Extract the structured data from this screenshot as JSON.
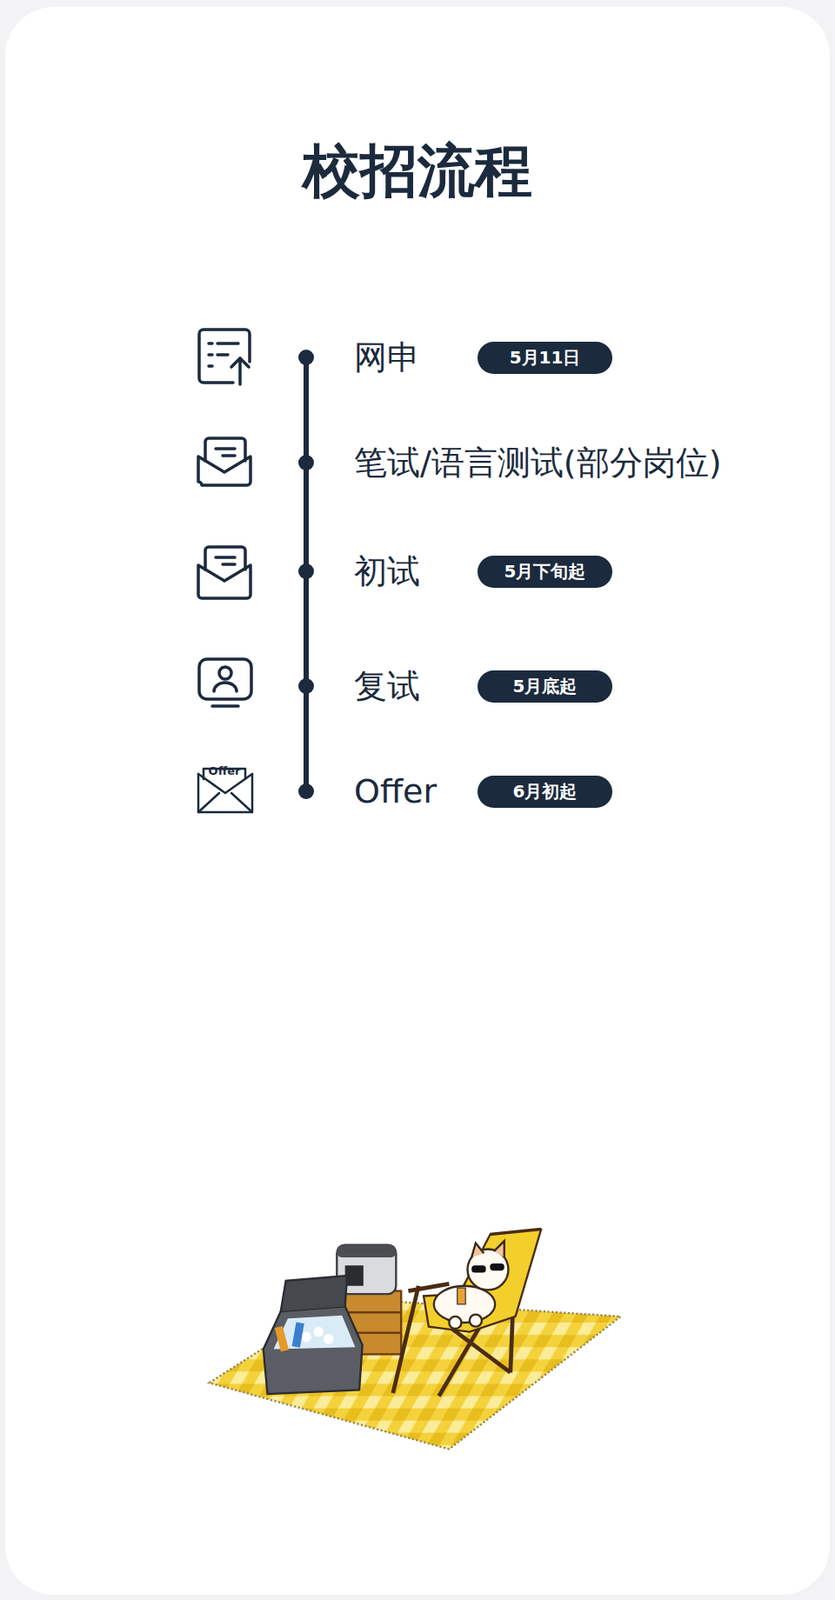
{
  "diagram": {
    "title": "校招流程",
    "nodes": [
      {
        "text": [
          "网申",
          "5月11日"
        ]
      },
      {
        "text": [
          "笔试/语言测试(部分岗位)"
        ]
      },
      {
        "text": [
          "初试",
          "5月下旬起"
        ]
      },
      {
        "text": [
          "复试",
          "5月底起"
        ]
      },
      {
        "text": [
          "Offer",
          "6月初起"
        ]
      }
    ],
    "labels": [
      "Offer"
    ]
  }
}
